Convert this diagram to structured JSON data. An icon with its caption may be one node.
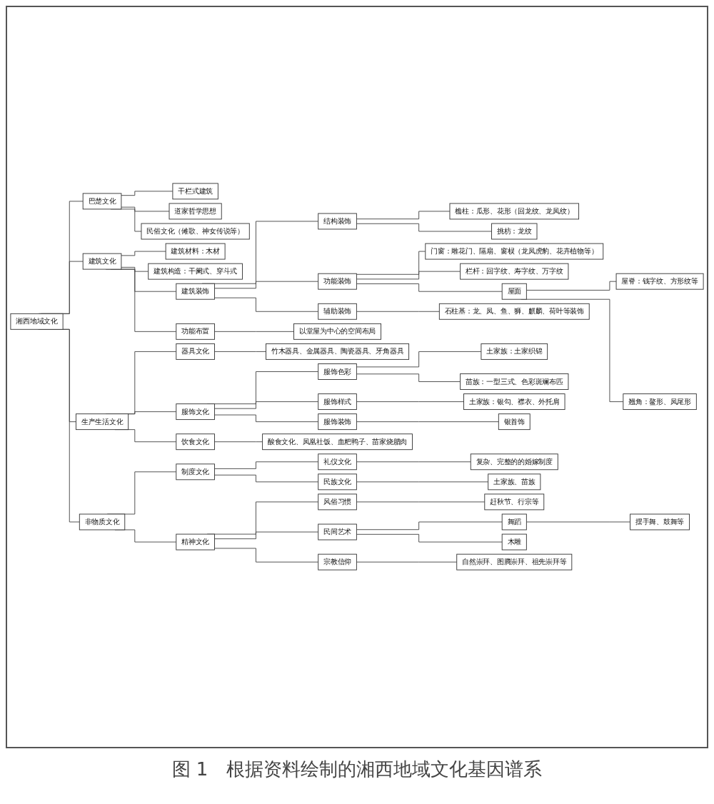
{
  "diagram": {
    "nodes": [
      {
        "text": [
          "湘西地域文化"
        ]
      },
      {
        "text": [
          "巴楚文化"
        ]
      },
      {
        "text": [
          "干栏式建筑"
        ]
      },
      {
        "text": [
          "道家哲学思想"
        ]
      },
      {
        "text": [
          "民俗文化（傩歌、神女传说等）"
        ]
      },
      {
        "text": [
          "建筑文化"
        ]
      },
      {
        "text": [
          "建筑材料：木材"
        ]
      },
      {
        "text": [
          "建筑构造：干阑式、穿斗式"
        ]
      },
      {
        "text": [
          "建筑装饰"
        ]
      },
      {
        "text": [
          "结构装饰"
        ]
      },
      {
        "text": [
          "檐柱：瓜形、花形（回龙纹、龙凤纹）"
        ]
      },
      {
        "text": [
          "挑枋：龙纹"
        ]
      },
      {
        "text": [
          "功能装饰"
        ]
      },
      {
        "text": [
          "门窗：雕花门、隔扇、窗棂（龙凤虎豹、花卉植物等）"
        ]
      },
      {
        "text": [
          "栏杆：回字纹、寿字纹、万字纹"
        ]
      },
      {
        "text": [
          "屋面"
        ]
      },
      {
        "text": [
          "屋脊：钱字纹、方形纹等"
        ]
      },
      {
        "text": [
          "翘角：鳌形、凤尾形"
        ]
      },
      {
        "text": [
          "辅助装饰"
        ]
      },
      {
        "text": [
          "石柱基：龙、凤、鱼、狮、麒麟、荷叶等装饰"
        ]
      },
      {
        "text": [
          "功能布置"
        ]
      },
      {
        "text": [
          "以堂屋为中心的空间布局"
        ]
      },
      {
        "text": [
          "生产生活文化"
        ]
      },
      {
        "text": [
          "器具文化"
        ]
      },
      {
        "text": [
          "竹木器具、金属器具、陶瓷器具、牙角器具"
        ]
      },
      {
        "text": [
          "服饰文化"
        ]
      },
      {
        "text": [
          "服饰色彩"
        ]
      },
      {
        "text": [
          "土家族：土家织锦"
        ]
      },
      {
        "text": [
          "苗族：一型三式、色彩斑斓布匹"
        ]
      },
      {
        "text": [
          "服饰样式"
        ]
      },
      {
        "text": [
          "土家族：银勾、襟衣、外托肩"
        ]
      },
      {
        "text": [
          "服饰装饰"
        ]
      },
      {
        "text": [
          "银首饰"
        ]
      },
      {
        "text": [
          "饮食文化"
        ]
      },
      {
        "text": [
          "酸食文化、凤凰社饭、血粑鸭子、苗家烧腊肉"
        ]
      },
      {
        "text": [
          "非物质文化"
        ]
      },
      {
        "text": [
          "制度文化"
        ]
      },
      {
        "text": [
          "礼仪文化"
        ]
      },
      {
        "text": [
          "复杂、完整的的婚嫁制度"
        ]
      },
      {
        "text": [
          "民族文化"
        ]
      },
      {
        "text": [
          "土家族、苗族"
        ]
      },
      {
        "text": [
          "精神文化"
        ]
      },
      {
        "text": [
          "风俗习惯"
        ]
      },
      {
        "text": [
          "赶秋节、行宗等"
        ]
      },
      {
        "text": [
          "民间艺术"
        ]
      },
      {
        "text": [
          "舞蹈"
        ]
      },
      {
        "text": [
          "摆手舞、鼓舞等"
        ]
      },
      {
        "text": [
          "木雕"
        ]
      },
      {
        "text": [
          "宗教信仰"
        ]
      },
      {
        "text": [
          "自然崇拜、图腾崇拜、祖先崇拜等"
        ]
      }
    ],
    "edges": [
      {
        "from": 0,
        "to": 1,
        "arrow": "none"
      },
      {
        "from": 1,
        "to": 2,
        "arrow": "none"
      },
      {
        "from": 1,
        "to": 3,
        "arrow": "none"
      },
      {
        "from": 1,
        "to": 4,
        "arrow": "none"
      },
      {
        "from": 0,
        "to": 5,
        "arrow": "none"
      },
      {
        "from": 5,
        "to": 6,
        "arrow": "none"
      },
      {
        "from": 5,
        "to": 7,
        "arrow": "none"
      },
      {
        "from": 5,
        "to": 8,
        "arrow": "none"
      },
      {
        "from": 8,
        "to": 9,
        "arrow": "none"
      },
      {
        "from": 9,
        "to": 10,
        "arrow": "none"
      },
      {
        "from": 9,
        "to": 11,
        "arrow": "none"
      },
      {
        "from": 8,
        "to": 12,
        "arrow": "none"
      },
      {
        "from": 12,
        "to": 13,
        "arrow": "none"
      },
      {
        "from": 12,
        "to": 14,
        "arrow": "none"
      },
      {
        "from": 12,
        "to": 15,
        "arrow": "none"
      },
      {
        "from": 15,
        "to": 16,
        "arrow": "none"
      },
      {
        "from": 15,
        "to": 17,
        "arrow": "none"
      },
      {
        "from": 8,
        "to": 18,
        "arrow": "none"
      },
      {
        "from": 18,
        "to": 19,
        "arrow": "none"
      },
      {
        "from": 5,
        "to": 20,
        "arrow": "none"
      },
      {
        "from": 20,
        "to": 21,
        "arrow": "none"
      },
      {
        "from": 0,
        "to": 22,
        "arrow": "none"
      },
      {
        "from": 22,
        "to": 23,
        "arrow": "none"
      },
      {
        "from": 23,
        "to": 24,
        "arrow": "none"
      },
      {
        "from": 22,
        "to": 25,
        "arrow": "none"
      },
      {
        "from": 25,
        "to": 26,
        "arrow": "none"
      },
      {
        "from": 26,
        "to": 27,
        "arrow": "none"
      },
      {
        "from": 26,
        "to": 28,
        "arrow": "none"
      },
      {
        "from": 25,
        "to": 29,
        "arrow": "none"
      },
      {
        "from": 29,
        "to": 30,
        "arrow": "none"
      },
      {
        "from": 25,
        "to": 31,
        "arrow": "none"
      },
      {
        "from": 31,
        "to": 32,
        "arrow": "none"
      },
      {
        "from": 22,
        "to": 33,
        "arrow": "none"
      },
      {
        "from": 33,
        "to": 34,
        "arrow": "none"
      },
      {
        "from": 0,
        "to": 35,
        "arrow": "none"
      },
      {
        "from": 35,
        "to": 36,
        "arrow": "none"
      },
      {
        "from": 36,
        "to": 37,
        "arrow": "none"
      },
      {
        "from": 37,
        "to": 38,
        "arrow": "none"
      },
      {
        "from": 36,
        "to": 39,
        "arrow": "none"
      },
      {
        "from": 39,
        "to": 40,
        "arrow": "none"
      },
      {
        "from": 35,
        "to": 41,
        "arrow": "none"
      },
      {
        "from": 41,
        "to": 42,
        "arrow": "none"
      },
      {
        "from": 42,
        "to": 43,
        "arrow": "none"
      },
      {
        "from": 41,
        "to": 44,
        "arrow": "none"
      },
      {
        "from": 44,
        "to": 45,
        "arrow": "none"
      },
      {
        "from": 45,
        "to": 46,
        "arrow": "none"
      },
      {
        "from": 44,
        "to": 47,
        "arrow": "none"
      },
      {
        "from": 41,
        "to": 48,
        "arrow": "none"
      },
      {
        "from": 48,
        "to": 49,
        "arrow": "none"
      }
    ],
    "caption": "图 1　根据资料绘制的湘西地域文化基因谱系"
  }
}
